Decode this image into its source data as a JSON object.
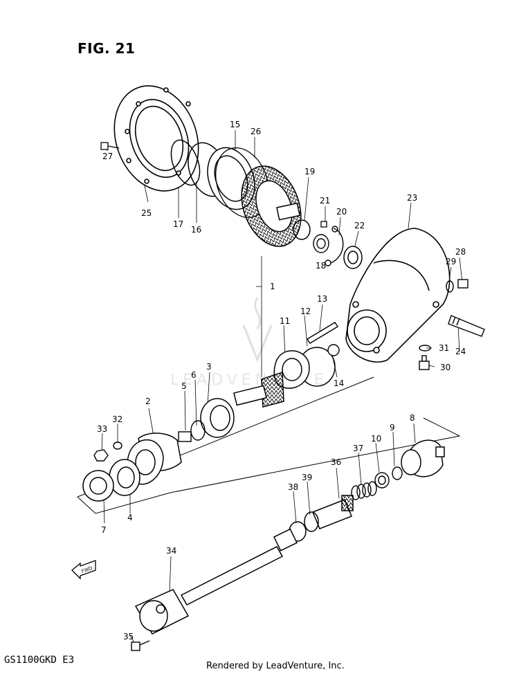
{
  "figure": {
    "title": "FIG. 21",
    "model_code": "GS1100GKD E3",
    "footer": "Rendered by LeadVenture, Inc.",
    "watermark": "LEADVENTURE",
    "direction_label": "FWD"
  },
  "callouts": [
    "1",
    "2",
    "3",
    "4",
    "5",
    "6",
    "7",
    "8",
    "9",
    "10",
    "11",
    "12",
    "13",
    "14",
    "15",
    "16",
    "17",
    "18",
    "19",
    "20",
    "21",
    "22",
    "23",
    "24",
    "25",
    "26",
    "27",
    "28",
    "29",
    "30",
    "31",
    "32",
    "33",
    "34",
    "35",
    "36",
    "37",
    "38",
    "39"
  ]
}
